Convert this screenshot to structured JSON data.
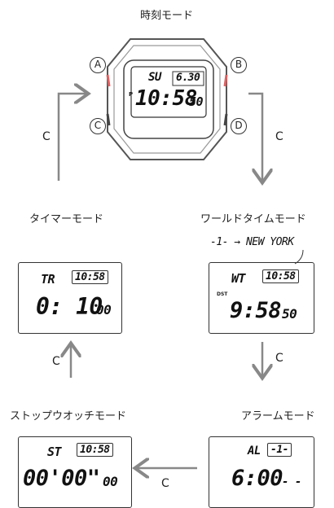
{
  "titles": {
    "timekeeping": "時刻モード",
    "timer": "タイマーモード",
    "world_time": "ワールドタイムモード",
    "stopwatch": "ストップウオッチモード",
    "alarm": "アラームモード"
  },
  "buttons": {
    "a": "A",
    "b": "B",
    "c_btn": "C",
    "d": "D"
  },
  "cycle_label": "C",
  "timekeeping_display": {
    "day": "SU",
    "date": "6.30",
    "pm": "P",
    "hm": "10:58",
    "sec": "50"
  },
  "world_time_note": {
    "text": "-1- → NEW YORK"
  },
  "world_time_display": {
    "code": "WT",
    "time": "10:58",
    "dst": "DST",
    "hm": "9:58",
    "sec": "50"
  },
  "timer_display": {
    "code": "TR",
    "time": "10:58",
    "main": "0: 10",
    "sec": "00"
  },
  "alarm_display": {
    "code": "AL",
    "slot": "-1-",
    "main": "6:00",
    "sec": "- -"
  },
  "stopwatch_display": {
    "code": "ST",
    "time": "10:58",
    "main": "00'00\"",
    "sec": "00"
  }
}
